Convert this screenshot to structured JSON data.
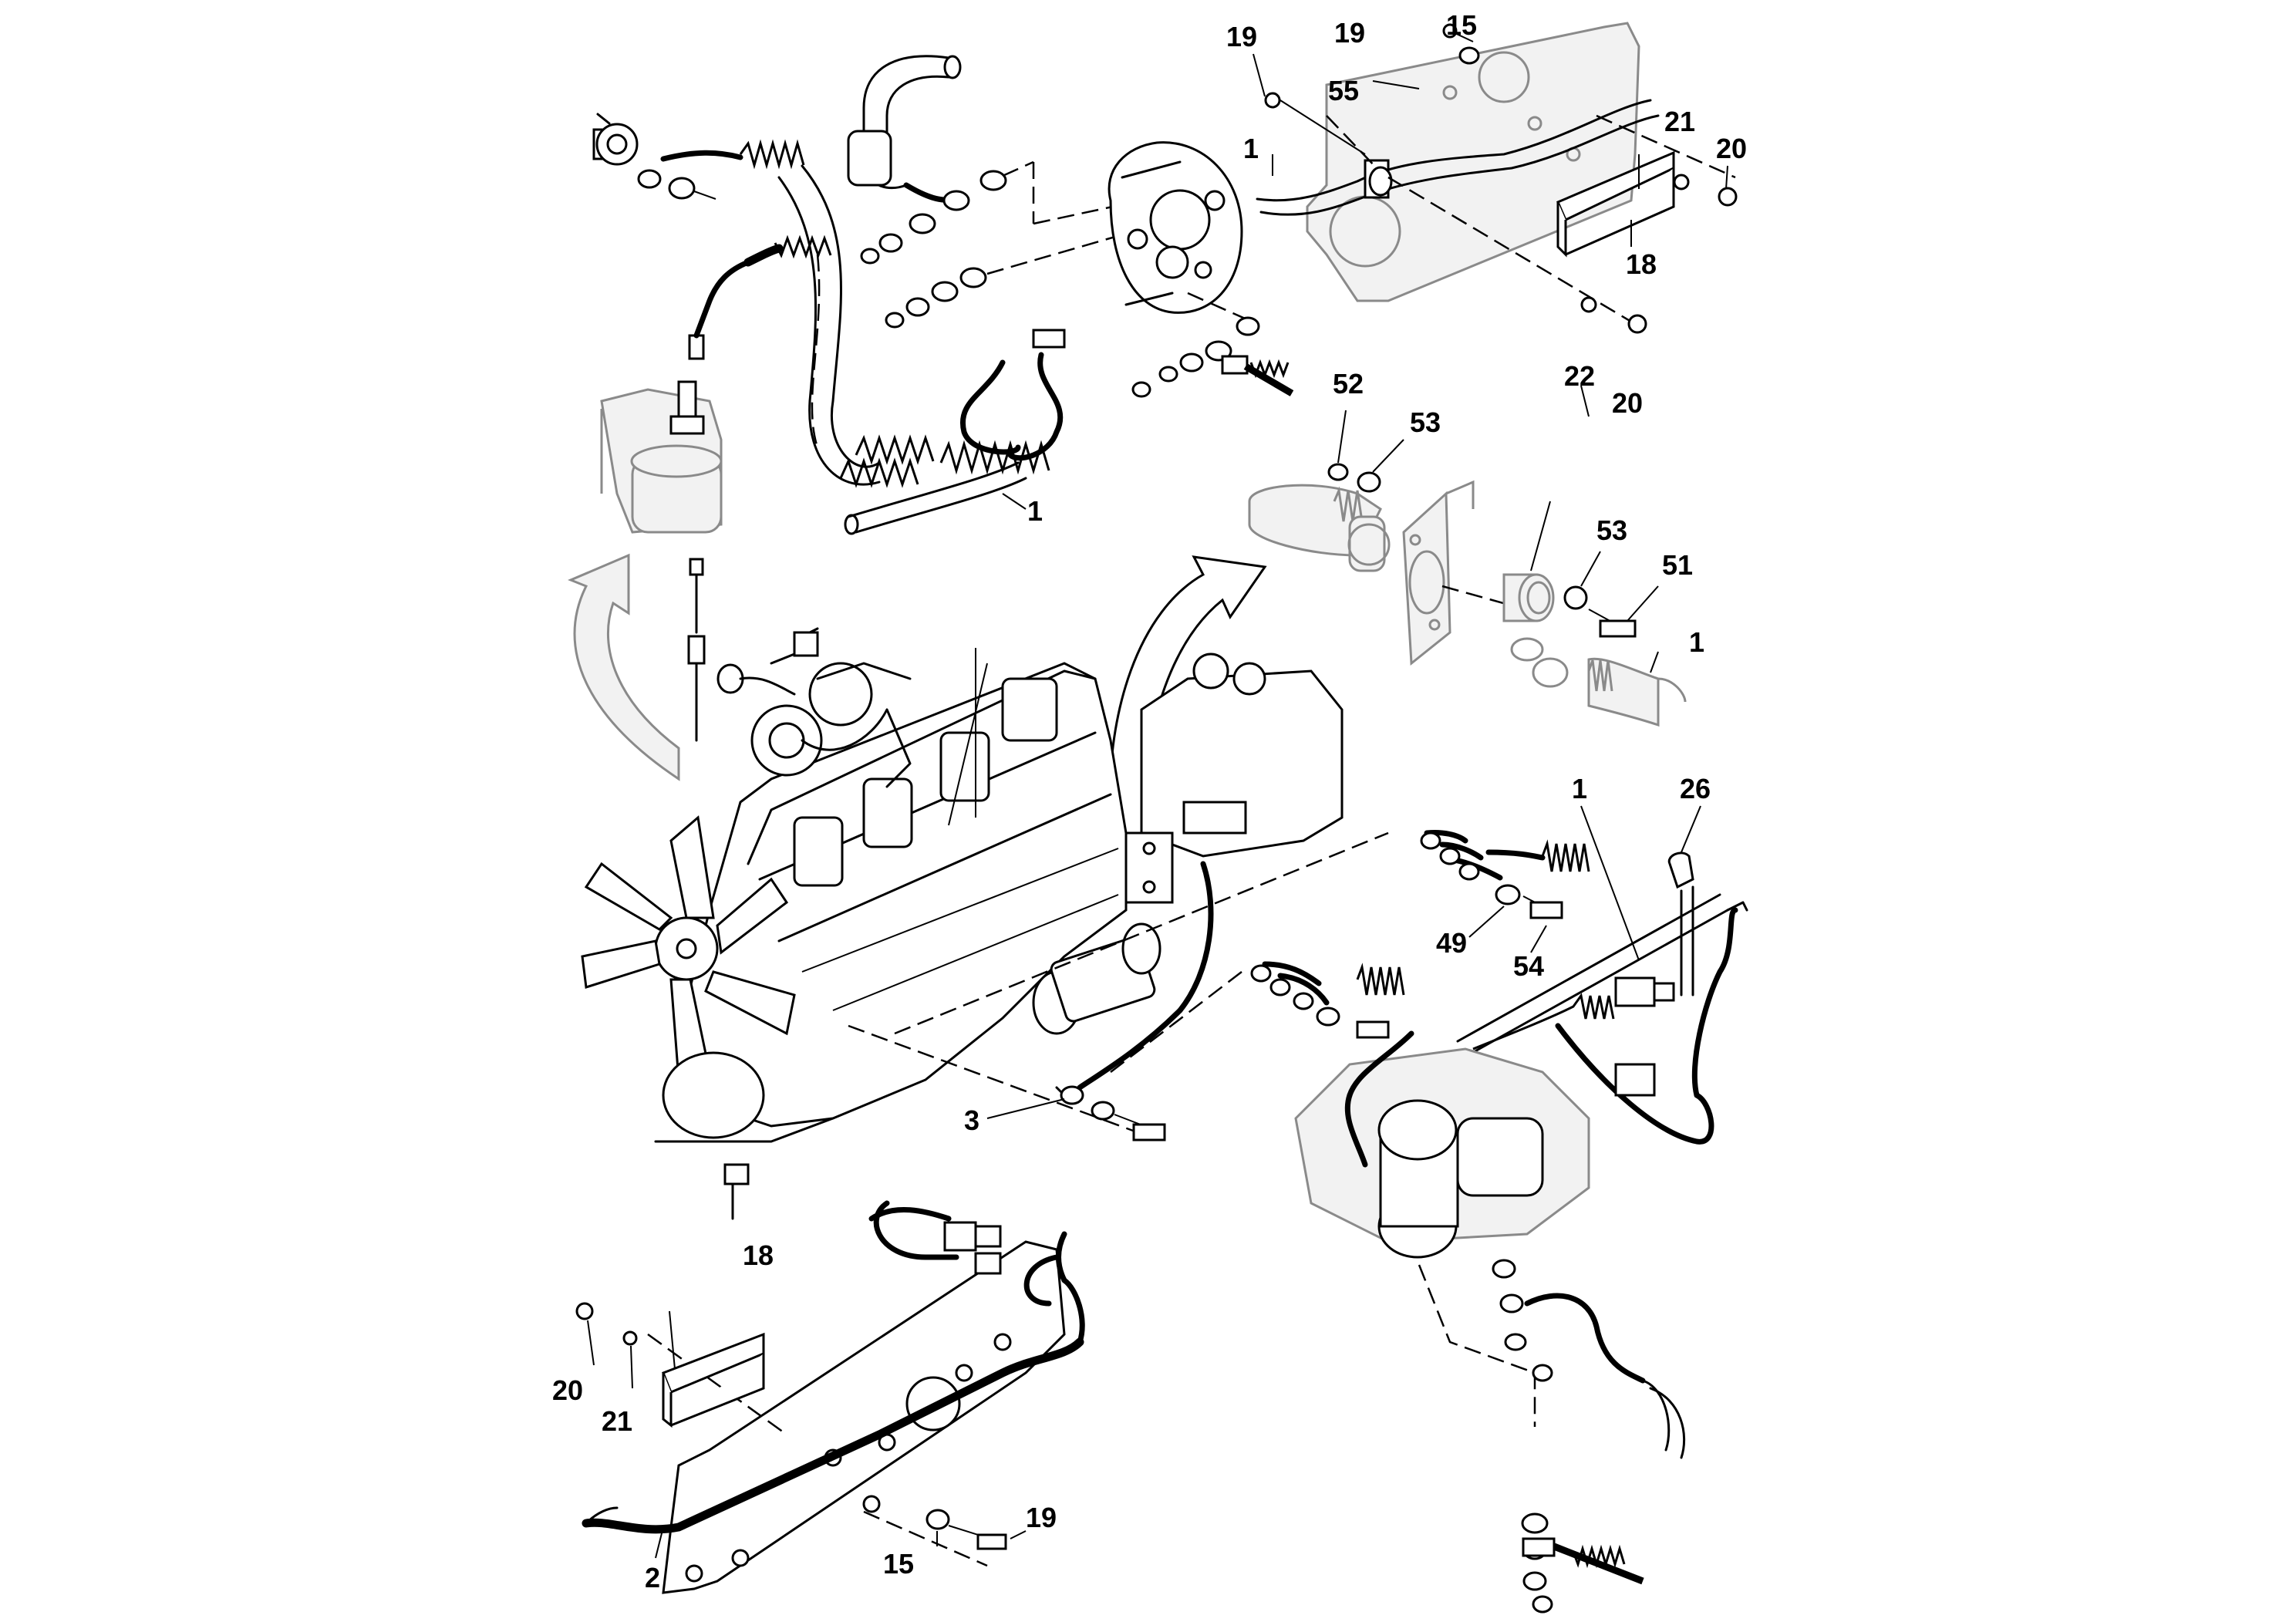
{
  "diagram": {
    "colors": {
      "ink": "#000000",
      "background": "#ffffff",
      "ghost": "#8a8a8a"
    },
    "callouts": {
      "c1_top_harness": "1",
      "c1_frame_cable": "1",
      "c1_connector": "1",
      "c1_main_harness": "1",
      "c2": "2",
      "c3": "3",
      "c15_top": "15",
      "c15_bottom": "15",
      "c18_top": "18",
      "c18_bottom": "18",
      "c19_top_a": "19",
      "c19_top_b": "19",
      "c19_bottom": "19",
      "c20_top_a": "20",
      "c20_top_b": "20",
      "c20_bottom": "20",
      "c21_top": "21",
      "c21_bottom": "21",
      "c22": "22",
      "c26": "26",
      "c49": "49",
      "c51": "51",
      "c52": "52",
      "c53_a": "53",
      "c53_b": "53",
      "c54": "54",
      "c55": "55"
    }
  }
}
